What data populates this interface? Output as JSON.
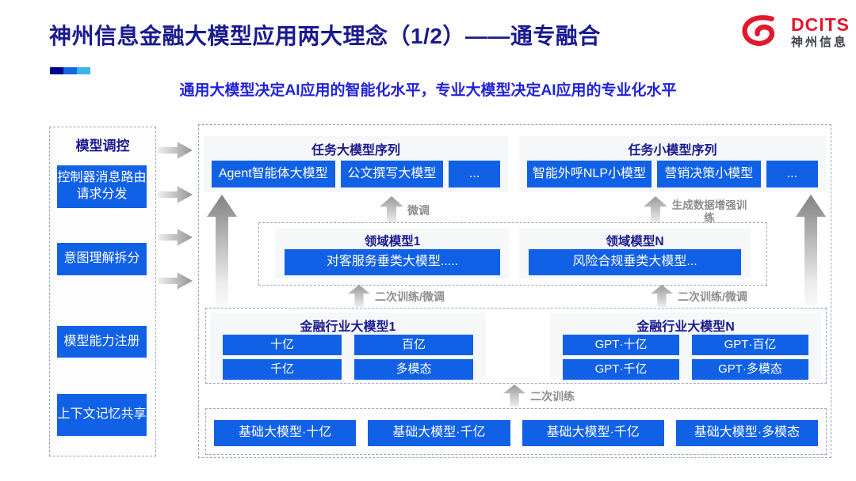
{
  "header": {
    "title": "神州信息金融大模型应用两大理念（1/2）——通专融合",
    "subtitle": "通用大模型决定AI应用的智能化水平，专业大模型决定AI应用的专业化水平",
    "logo": {
      "text": "DCITS",
      "subtext": "神州信息"
    }
  },
  "sidebar": {
    "title": "模型调控",
    "items": [
      "控制器消息路由请求分发",
      "意图理解拆分",
      "模型能力注册",
      "上下文记忆共享"
    ]
  },
  "diagram": {
    "task_large": {
      "title": "任务大模型序列",
      "items": [
        "Agent智能体大模型",
        "公文撰写大模型",
        "..."
      ]
    },
    "task_small": {
      "title": "任务小模型序列",
      "items": [
        "智能外呼NLP小模型",
        "营销决策小模型",
        "..."
      ]
    },
    "labels": {
      "finetune": "微调",
      "gen_data_training": "生成数据增强训练",
      "retrain_finetune_left": "二次训练/微调",
      "retrain_finetune_right": "二次训练/微调",
      "retrain": "二次训练"
    },
    "domain": {
      "left": {
        "title": "领域模型1",
        "item": "对客服务垂类大模型....."
      },
      "right": {
        "title": "领域模型N",
        "item": "风险合规垂类大模型..."
      }
    },
    "industry": {
      "left": {
        "title": "金融行业大模型1",
        "items": [
          "十亿",
          "百亿",
          "千亿",
          "多模态"
        ]
      },
      "right": {
        "title": "金融行业大模型N",
        "items": [
          "GPT·十亿",
          "GPT·百亿",
          "GPT·千亿",
          "GPT·多模态"
        ]
      }
    },
    "foundation": {
      "items": [
        "基础大模型·十亿",
        "基础大模型·千亿",
        "基础大模型·千亿",
        "基础大模型·多模态"
      ]
    }
  },
  "colors": {
    "button_blue": "#1161e6",
    "title_navy": "#191a8f",
    "subtitle_blue": "#2222dd",
    "brand_red": "#e2182c",
    "accent_bar": [
      "#00008b",
      "#1565e6",
      "#3ab5ea"
    ],
    "arrow_gray": "#949494",
    "dashed_border": "#97a3c0"
  }
}
